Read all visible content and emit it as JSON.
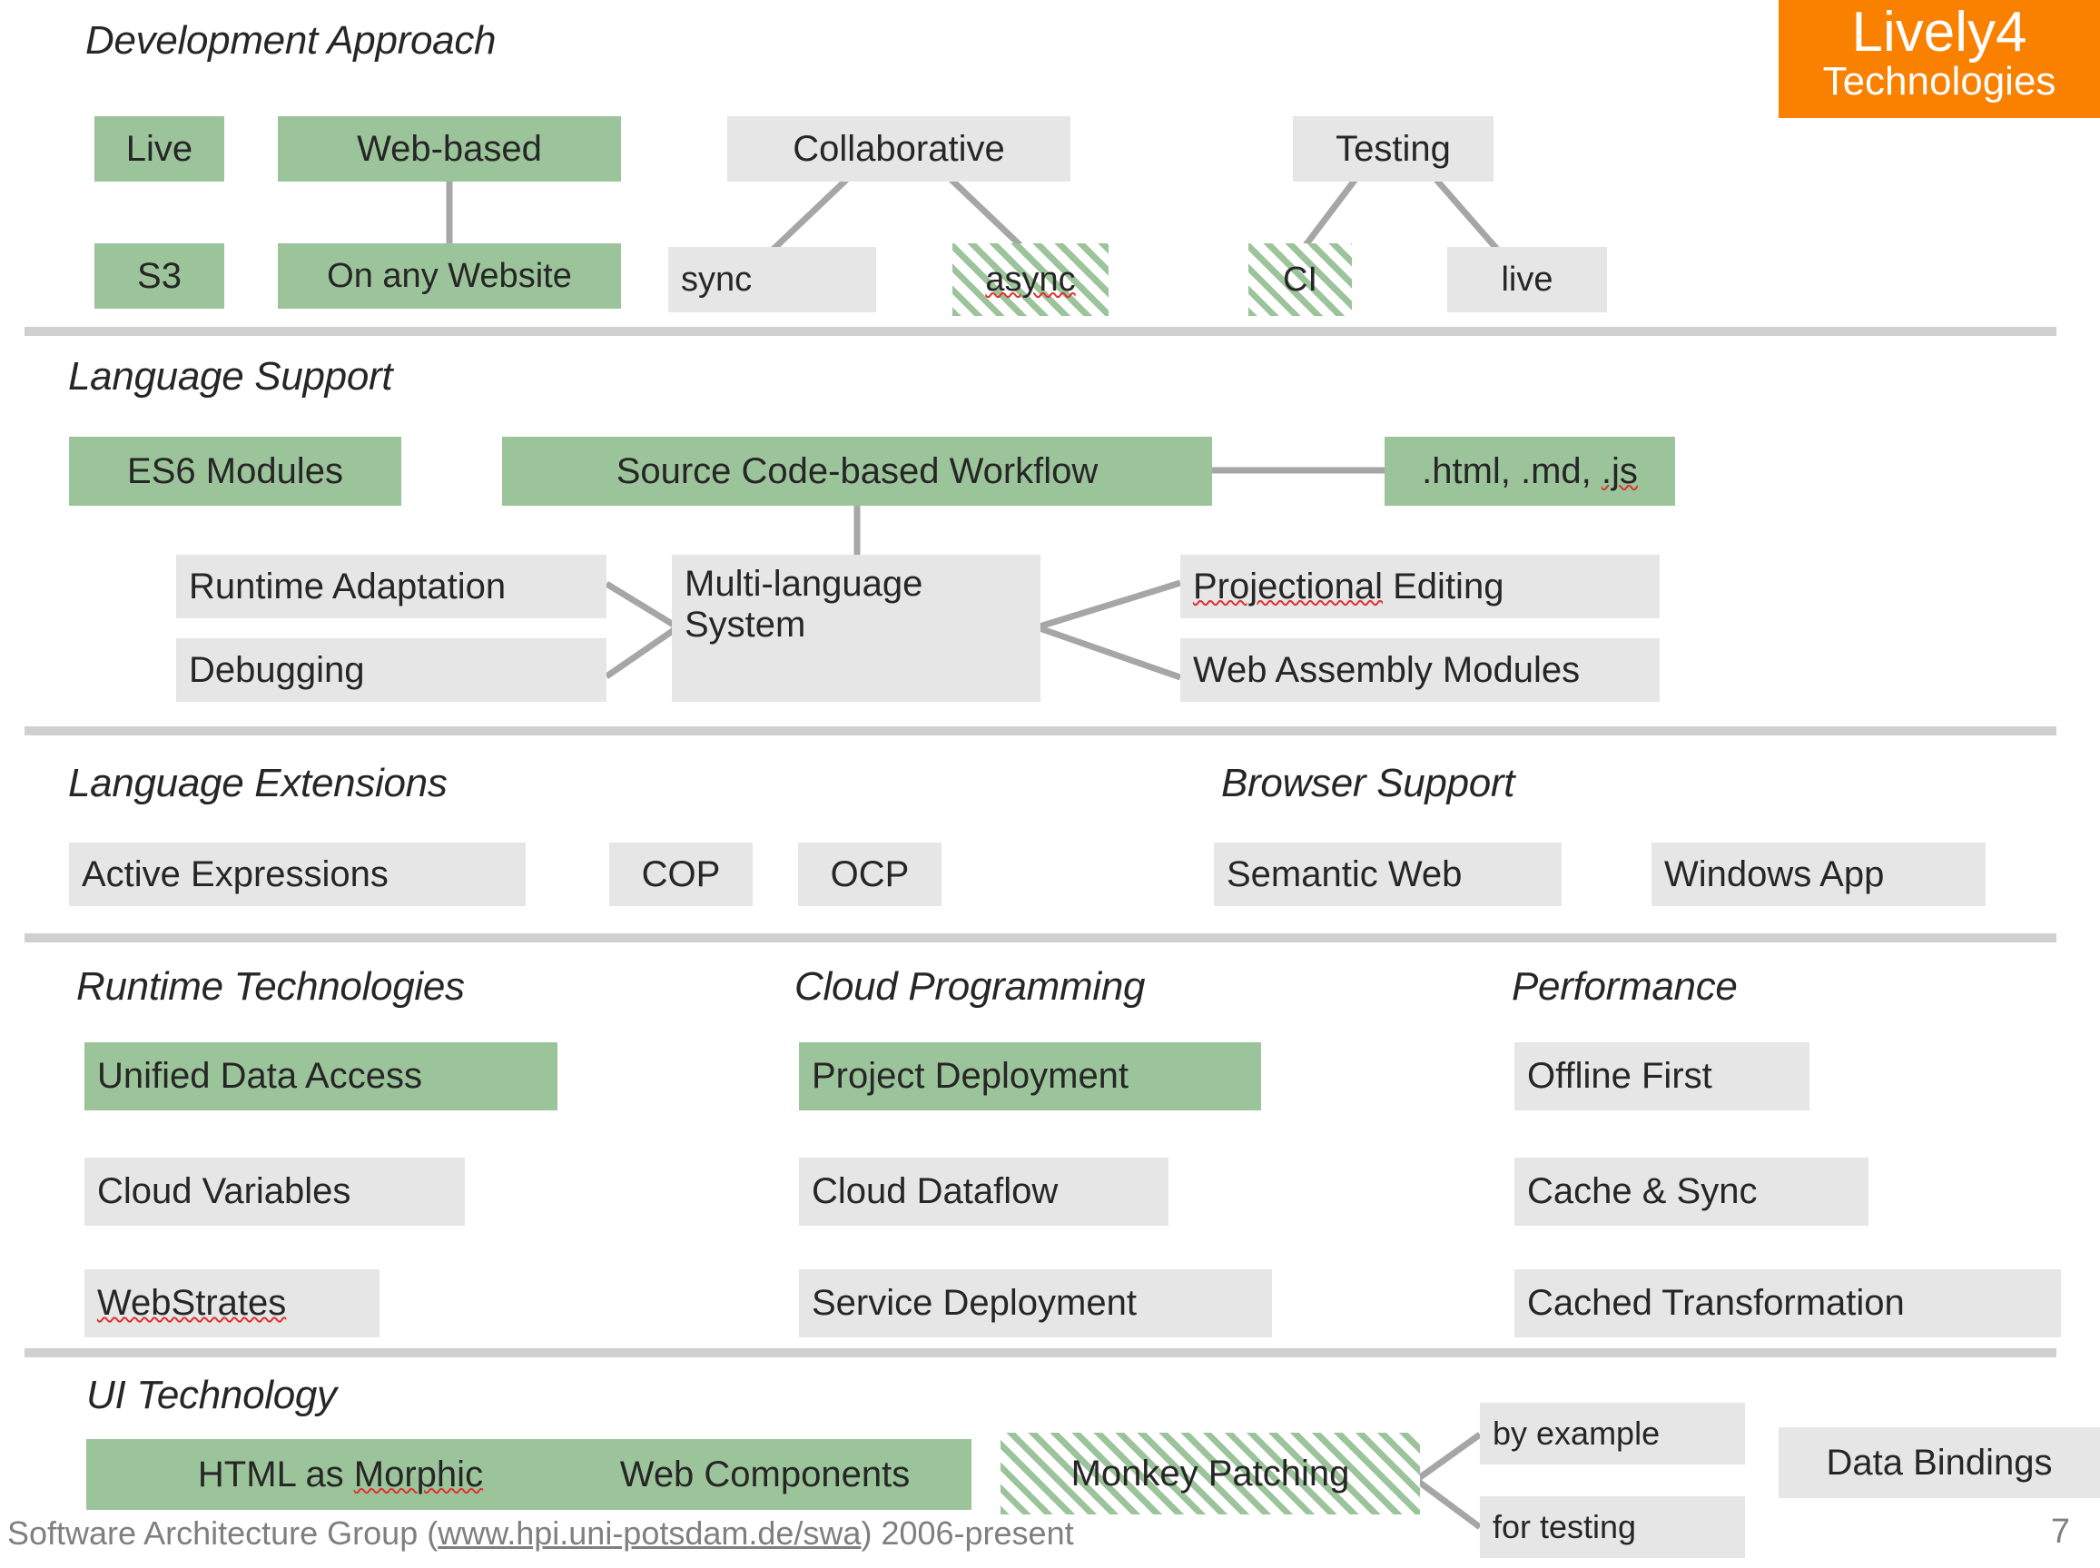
{
  "logo": {
    "title": "Lively4",
    "subtitle": "Technologies",
    "background_color": "#FA8000",
    "text_color": "#FFFFFF"
  },
  "theme": {
    "green_fill": "#9CC49A",
    "gray_fill": "#E6E6E6",
    "divider_color": "#D0D0D0",
    "text_color": "#262626",
    "footer_color": "#7F7F7F",
    "connector_color": "#A6A6A6",
    "spellcheck_color": "#E03030"
  },
  "sections": [
    {
      "title": "Development Approach",
      "nodes": [
        {
          "label": "Live",
          "style": "green"
        },
        {
          "label": "Web-based",
          "style": "green"
        },
        {
          "label": "S3",
          "style": "green"
        },
        {
          "label": "On any Website",
          "style": "green"
        },
        {
          "label": "Collaborative",
          "style": "gray"
        },
        {
          "label": "sync",
          "style": "gray"
        },
        {
          "label": "async",
          "style": "hatch"
        },
        {
          "label": "Testing",
          "style": "gray"
        },
        {
          "label": "CI",
          "style": "hatch"
        },
        {
          "label": "live",
          "style": "gray"
        }
      ]
    },
    {
      "title": "Language Support",
      "nodes": [
        {
          "label": "ES6 Modules",
          "style": "green"
        },
        {
          "label": "Source Code-based Workflow",
          "style": "green"
        },
        {
          "label": ".html, .md, .js",
          "style": "green"
        },
        {
          "label": "Runtime Adaptation",
          "style": "gray"
        },
        {
          "label": "Debugging",
          "style": "gray"
        },
        {
          "label": "Multi-language System",
          "style": "gray"
        },
        {
          "label": "Projectional Editing",
          "style": "gray"
        },
        {
          "label": "Web Assembly Modules",
          "style": "gray"
        }
      ]
    },
    {
      "title": "Language Extensions",
      "nodes": [
        {
          "label": "Active Expressions",
          "style": "gray"
        },
        {
          "label": "COP",
          "style": "gray"
        },
        {
          "label": "OCP",
          "style": "gray"
        }
      ]
    },
    {
      "title": "Browser Support",
      "nodes": [
        {
          "label": "Semantic Web",
          "style": "gray"
        },
        {
          "label": "Windows App",
          "style": "gray"
        }
      ]
    },
    {
      "title": "Runtime Technologies",
      "nodes": [
        {
          "label": "Unified Data Access",
          "style": "green"
        },
        {
          "label": "Cloud Variables",
          "style": "gray"
        },
        {
          "label": "WebStrates",
          "style": "gray"
        }
      ]
    },
    {
      "title": "Cloud Programming",
      "nodes": [
        {
          "label": "Project Deployment",
          "style": "green"
        },
        {
          "label": "Cloud Dataflow",
          "style": "gray"
        },
        {
          "label": "Service Deployment",
          "style": "gray"
        }
      ]
    },
    {
      "title": "Performance",
      "nodes": [
        {
          "label": "Offline First",
          "style": "gray"
        },
        {
          "label": "Cache & Sync",
          "style": "gray"
        },
        {
          "label": "Cached Transformation",
          "style": "gray"
        }
      ]
    },
    {
      "title": "UI Technology",
      "nodes": [
        {
          "label": "HTML as Morphic",
          "style": "green"
        },
        {
          "label": "Web Components",
          "style": "green"
        },
        {
          "label": "Monkey Patching",
          "style": "hatch"
        },
        {
          "label": "by example",
          "style": "gray"
        },
        {
          "label": "for testing",
          "style": "gray"
        },
        {
          "label": "Data Bindings",
          "style": "gray"
        }
      ]
    }
  ],
  "labels": {
    "dev_live": "Live",
    "dev_web_based": "Web-based",
    "dev_s3": "S3",
    "dev_on_any_website": "On any Website",
    "dev_collaborative": "Collaborative",
    "dev_sync": "sync",
    "dev_async": "async",
    "dev_testing": "Testing",
    "dev_ci": "CI",
    "dev_live_small": "live",
    "ls_es6_modules": "ES6 Modules",
    "ls_source_workflow": "Source Code-based Workflow",
    "ls_filetypes_pre": ".html, .md, ",
    "ls_filetypes_sq": ".js",
    "ls_runtime_adaptation": "Runtime Adaptation",
    "ls_debugging": "Debugging",
    "ls_multilang": "Multi-language\nSystem",
    "ls_projectional_sq": "Projectional",
    "ls_projectional_rest": " Editing",
    "ls_webassembly": "Web Assembly Modules",
    "le_active_expressions": "Active Expressions",
    "le_cop": "COP",
    "le_ocp": "OCP",
    "bs_semantic_web": "Semantic Web",
    "bs_windows_app": "Windows App",
    "rt_unified_data_access": "Unified Data Access",
    "rt_cloud_variables": "Cloud Variables",
    "rt_webstrates": "WebStrates",
    "cp_project_deployment": "Project Deployment",
    "cp_cloud_dataflow": "Cloud Dataflow",
    "cp_service_deployment": "Service Deployment",
    "pf_offline_first": "Offline First",
    "pf_cache_sync": "Cache & Sync",
    "pf_cached_transformation": "Cached Transformation",
    "ui_html_as": "HTML as ",
    "ui_morphic_sq": "Morphic",
    "ui_web_components": "Web Components",
    "ui_monkey_patching": "Monkey Patching",
    "ui_by_example": "by example",
    "ui_for_testing": "for testing",
    "ui_data_bindings": "Data Bindings"
  },
  "section_titles": {
    "development_approach": "Development Approach",
    "language_support": "Language Support",
    "language_extensions": "Language Extensions",
    "browser_support": "Browser Support",
    "runtime_technologies": "Runtime Technologies",
    "cloud_programming": "Cloud Programming",
    "performance": "Performance",
    "ui_technology": "UI Technology"
  },
  "footer": {
    "prefix": "Software Architecture Group (",
    "url": "www.hpi.uni-potsdam.de/swa",
    "suffix": ") 2006-present",
    "page_number": "7"
  }
}
